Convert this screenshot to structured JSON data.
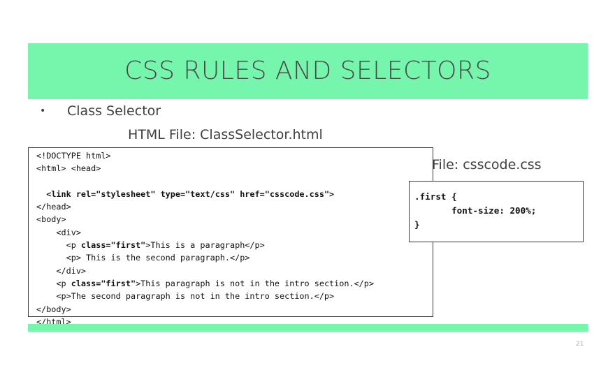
{
  "slide": {
    "title": "CSS RULES AND SELECTORS",
    "bullet": "Class Selector",
    "bullet_marker": "•",
    "html_file_label": "HTML File: ClassSelector.html",
    "css_file_label": "File: csscode.css",
    "page_number": "21"
  },
  "html_code": [
    {
      "pre": "<!DOCTYPE html>",
      "bold": "",
      "post": ""
    },
    {
      "pre": "<html> <head>",
      "bold": "",
      "post": ""
    },
    {
      "pre": "",
      "bold": "",
      "post": ""
    },
    {
      "pre": "  ",
      "bold": "<link rel=\"stylesheet\" type=\"text/css\" href=\"csscode.css\">",
      "post": ""
    },
    {
      "pre": "</head>",
      "bold": "",
      "post": ""
    },
    {
      "pre": "<body>",
      "bold": "",
      "post": ""
    },
    {
      "pre": "    <div>",
      "bold": "",
      "post": ""
    },
    {
      "pre": "      <p ",
      "bold": "class=\"first\"",
      "post": ">This is a paragraph</p>"
    },
    {
      "pre": "      <p> This is the second paragraph.</p>",
      "bold": "",
      "post": ""
    },
    {
      "pre": "    </div>",
      "bold": "",
      "post": ""
    },
    {
      "pre": "    <p ",
      "bold": "class=\"first\"",
      "post": ">This paragraph is not in the intro section.</p>"
    },
    {
      "pre": "    <p>The second paragraph is not in the intro section.</p>",
      "bold": "",
      "post": ""
    },
    {
      "pre": "</body>",
      "bold": "",
      "post": ""
    },
    {
      "pre": "</html>",
      "bold": "",
      "post": ""
    }
  ],
  "css_code": [
    ".first {",
    "       font-size: 200%;",
    "}"
  ],
  "colors": {
    "accent_band": "#76f5ad"
  }
}
